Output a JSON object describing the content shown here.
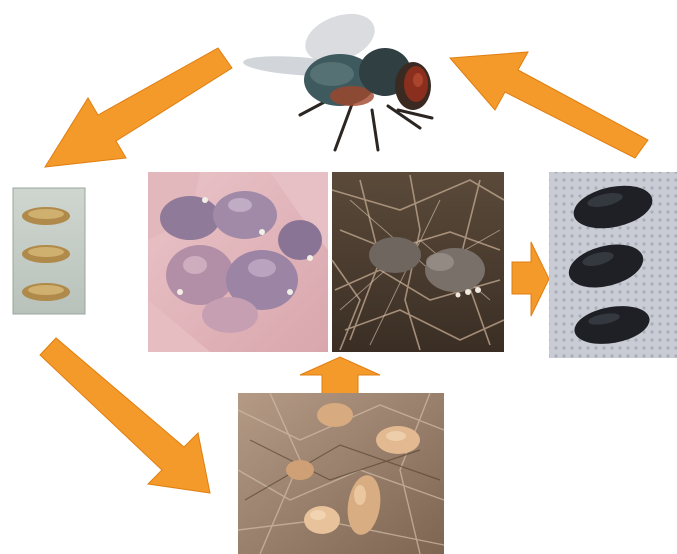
{
  "diagram": {
    "accent_color": "#F39A2A",
    "accent_stroke": "#E07E10",
    "stages": [
      {
        "key": "adult-fly",
        "icon": "fly-icon"
      },
      {
        "key": "eggs",
        "icon": "egg-icon"
      },
      {
        "key": "infested-nestlings",
        "icon": "nestling-icon"
      },
      {
        "key": "nest",
        "icon": "nest-icon"
      },
      {
        "key": "larvae",
        "icon": "larva-icon"
      },
      {
        "key": "puparia",
        "icon": "pupa-icon"
      }
    ]
  }
}
